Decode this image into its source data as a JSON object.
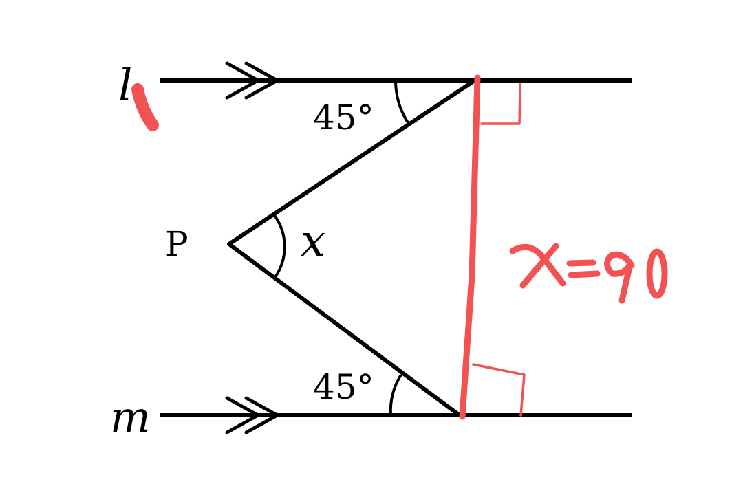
{
  "lines": {
    "top_label": "l",
    "bottom_label": "m"
  },
  "point_label": "P",
  "angles": {
    "top_angle": "45°",
    "bottom_angle": "45°",
    "apex_angle": "x"
  },
  "annotation": {
    "text": "x=90",
    "color": "#f25252"
  },
  "colors": {
    "ink": "#000000",
    "annotation": "#f25252"
  }
}
